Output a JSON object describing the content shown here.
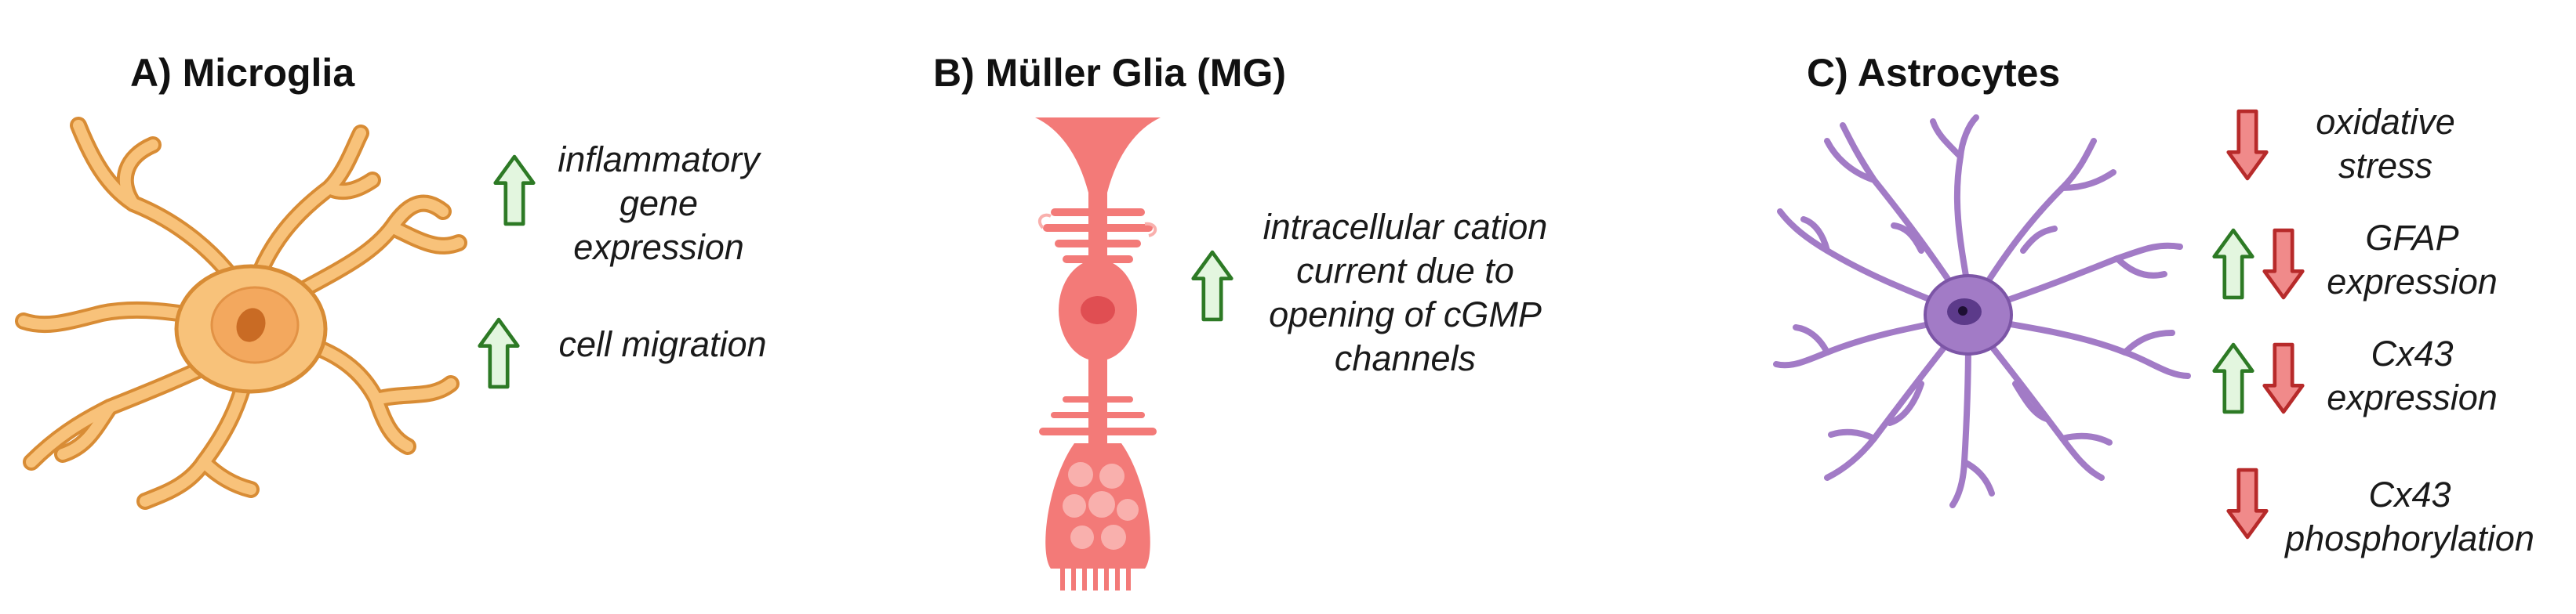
{
  "panels": {
    "microglia": {
      "title": "A) Microglia",
      "effects": [
        {
          "direction": "up",
          "lines": [
            "inflammatory",
            "gene",
            "expression"
          ]
        },
        {
          "direction": "up",
          "lines": [
            "cell migration"
          ]
        }
      ]
    },
    "muller": {
      "title": "B) Müller Glia (MG)",
      "effects": [
        {
          "direction": "up",
          "lines": [
            "intracellular cation",
            "current due to",
            "opening of cGMP",
            "channels"
          ]
        }
      ]
    },
    "astrocytes": {
      "title": "C) Astrocytes",
      "effects": [
        {
          "direction": "down",
          "lines": [
            "oxidative",
            "stress"
          ]
        },
        {
          "direction": "up-down",
          "lines": [
            "GFAP",
            "expression"
          ]
        },
        {
          "direction": "up-down",
          "lines": [
            "Cx43",
            "expression"
          ]
        },
        {
          "direction": "down",
          "lines": [
            "Cx43",
            "phosphorylation"
          ]
        }
      ]
    }
  },
  "colors": {
    "up_arrow_fill": "#e3f6df",
    "up_arrow_stroke": "#2d7a25",
    "down_arrow_fill": "#f08a8a",
    "down_arrow_stroke": "#b72a2a",
    "microglia_fill": "#f8c27a",
    "microglia_stroke": "#d88c35",
    "muller_fill": "#f37a78",
    "astrocyte_fill": "#a27bc6",
    "astrocyte_stroke": "#7c55a6"
  },
  "icons": {
    "up": "up-arrow-icon",
    "down": "down-arrow-icon",
    "microglia": "microglia-cell-icon",
    "muller": "muller-glia-cell-icon",
    "astrocyte": "astrocyte-cell-icon"
  }
}
